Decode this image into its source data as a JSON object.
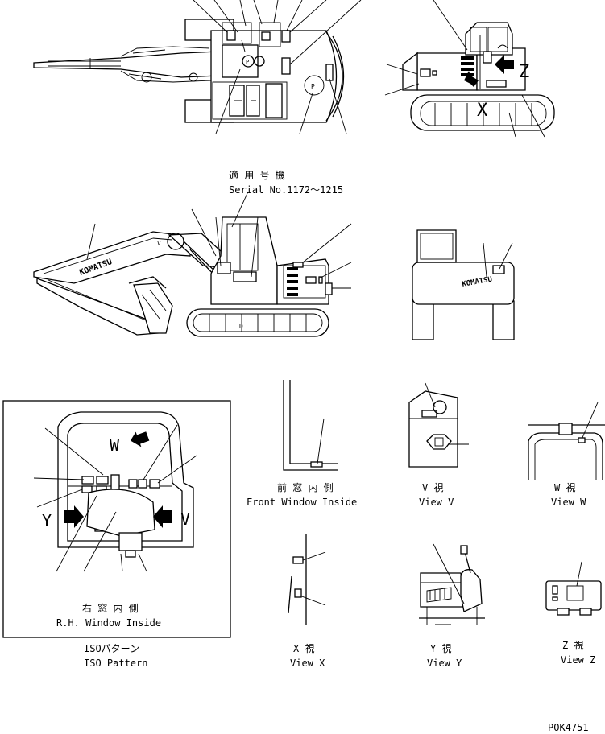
{
  "header": {
    "serial_jp": "適 用 号 機",
    "serial_en": "Serial No.1172～1215"
  },
  "markers": {
    "z": "Z",
    "x": "X",
    "w": "W",
    "y": "Y",
    "v": "V"
  },
  "brand": "KOMATSU",
  "decal_letters": {
    "p": "P",
    "d": "D",
    "v": "V"
  },
  "views": {
    "front_window_jp": "前 窓 内 側",
    "front_window_en": "Front Window Inside",
    "view_v_jp": "V 視",
    "view_v_en": "View V",
    "view_w_jp": "W 視",
    "view_w_en": "View W",
    "view_x_jp": "X 視",
    "view_x_en": "View X",
    "view_y_jp": "Y 視",
    "view_y_en": "View Y",
    "view_z_jp": "Z 視",
    "view_z_en": "View Z"
  },
  "iso_box": {
    "dash": "－ －",
    "rh_window_jp": "右 窓 内 側",
    "rh_window_en": "R.H. Window Inside"
  },
  "iso_caption": {
    "jp": "ISOパターン",
    "en": "ISO Pattern"
  },
  "drawing_code": "POK4751"
}
